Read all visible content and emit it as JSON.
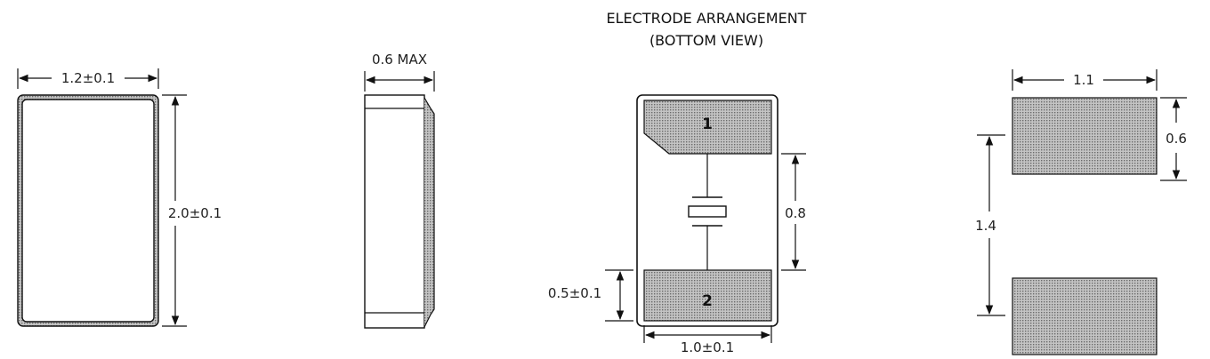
{
  "title": {
    "line1": "ELECTRODE ARRANGEMENT",
    "line2": "(BOTTOM VIEW)"
  },
  "top_view": {
    "width_label": "1.2±0.1",
    "height_label": "2.0±0.1"
  },
  "side_view": {
    "thickness_label": "0.6 MAX"
  },
  "bottom_view": {
    "pin1_label": "1",
    "pin2_label": "2",
    "gap_label": "0.8",
    "pad_height_label": "0.5±0.1",
    "width_label": "1.0±0.1"
  },
  "land_pattern": {
    "pad_width_label": "1.1",
    "pad_height_label": "0.6",
    "pitch_label": "1.4"
  },
  "colors": {
    "pad_fill": "#b5b5b5",
    "line": "#111111"
  }
}
